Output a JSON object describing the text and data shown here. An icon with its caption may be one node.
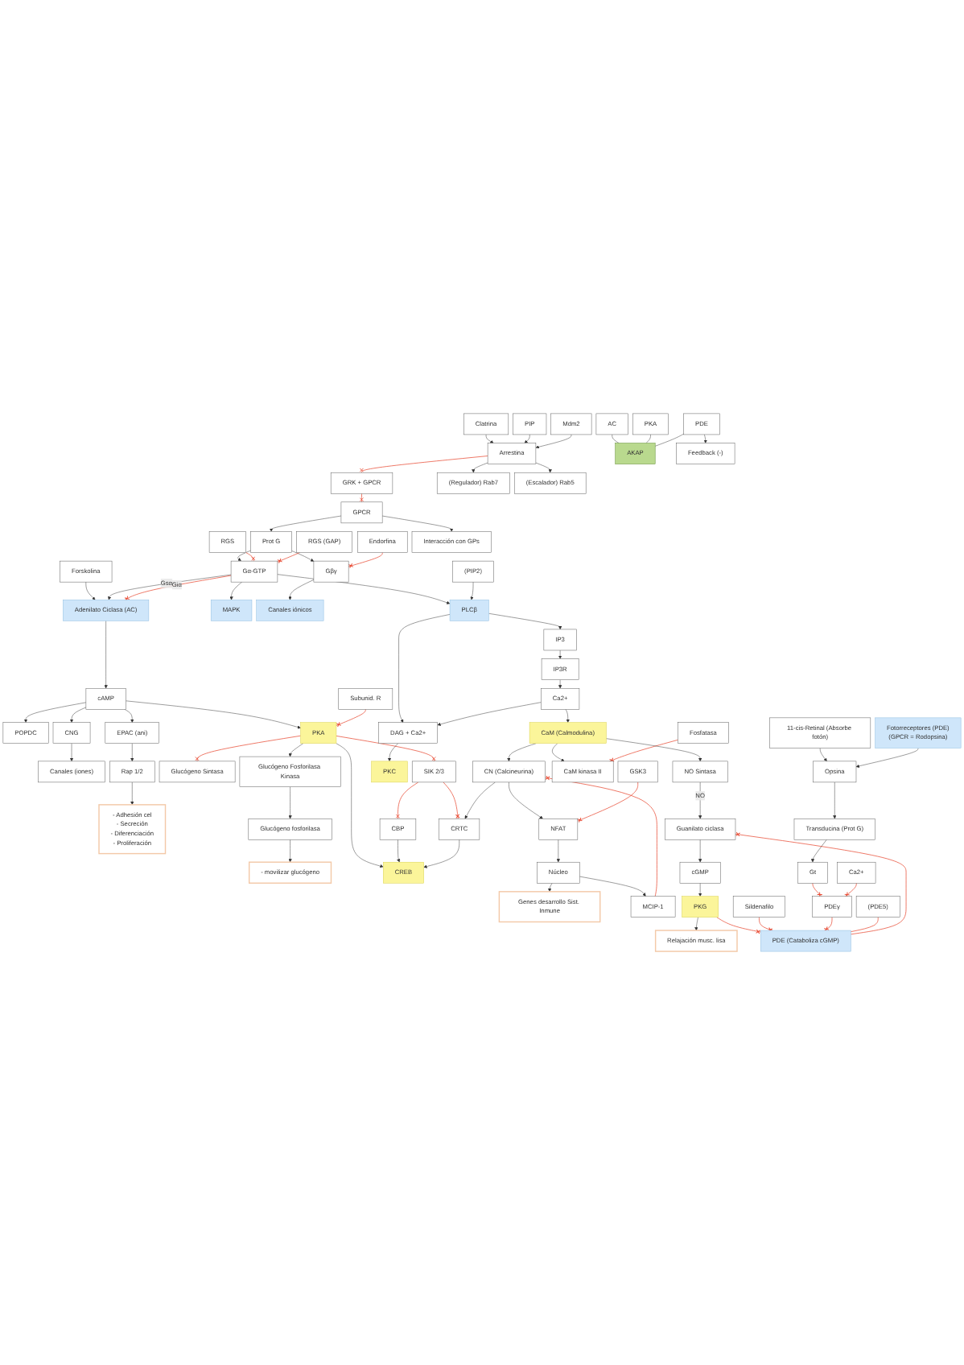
{
  "diagram": {
    "nodes": [
      {
        "text": [
          "Forskolina"
        ]
      },
      {
        "text": [
          "Adenilato Ciclasa (AC)"
        ]
      },
      {
        "text": [
          "cAMP"
        ]
      },
      {
        "text": [
          "POPDC"
        ]
      },
      {
        "text": [
          "CNG"
        ]
      },
      {
        "text": [
          "Canales (iones)"
        ]
      },
      {
        "text": [
          "EPAC (ani)"
        ]
      },
      {
        "text": [
          "Rap 1/2"
        ]
      },
      {
        "text": [
          "- Adhesión cel",
          "- Secreción",
          "- Diferenciación",
          "- Proliferación"
        ]
      },
      {
        "text": [
          "PKA"
        ]
      },
      {
        "text": [
          "Subunid. R"
        ]
      },
      {
        "text": [
          "Glucógeno Sintasa"
        ]
      },
      {
        "text": [
          "Glucógeno Fosforilasa Kinasa"
        ]
      },
      {
        "text": [
          "Glucógeno fosforilasa"
        ]
      },
      {
        "text": [
          "- movilizar glucógeno"
        ]
      },
      {
        "text": [
          "SIK 2/3"
        ]
      },
      {
        "text": [
          "CREB"
        ]
      },
      {
        "text": [
          "CBP"
        ]
      },
      {
        "text": [
          "CRTC"
        ]
      },
      {
        "text": [
          "MAPK"
        ]
      },
      {
        "text": [
          "Gα-GTP"
        ]
      },
      {
        "text": [
          "Prot G"
        ]
      },
      {
        "text": [
          "GPCR"
        ]
      },
      {
        "text": [
          "Gβγ"
        ]
      },
      {
        "text": [
          "Canales iónicos"
        ]
      },
      {
        "text": [
          "Endorfina"
        ]
      },
      {
        "text": [
          "GRK + GPCR"
        ]
      },
      {
        "text": [
          "Arrestina"
        ]
      },
      {
        "text": [
          "RGS"
        ]
      },
      {
        "text": [
          "RGS (GAP)"
        ]
      },
      {
        "text": [
          "Interacción con GPs"
        ]
      },
      {
        "text": [
          "(Regulador) Rab7"
        ]
      },
      {
        "text": [
          "(Escalador) Rab5"
        ]
      },
      {
        "text": [
          "Clatrina"
        ]
      },
      {
        "text": [
          "PIP"
        ]
      },
      {
        "text": [
          "Mdm2"
        ]
      },
      {
        "text": [
          "PLCβ"
        ]
      },
      {
        "text": [
          "(PIP2)"
        ]
      },
      {
        "text": [
          "DAG + Ca2+"
        ]
      },
      {
        "text": [
          "PKC"
        ]
      },
      {
        "text": [
          "IP3"
        ]
      },
      {
        "text": [
          "IP3R"
        ]
      },
      {
        "text": [
          "Ca2+"
        ]
      },
      {
        "text": [
          "CaM (Calmodulina)"
        ]
      },
      {
        "text": [
          "CN (Calcineurina)"
        ]
      },
      {
        "text": [
          "NFAT"
        ]
      },
      {
        "text": [
          "GSK3"
        ]
      },
      {
        "text": [
          "Núcleo"
        ]
      },
      {
        "text": [
          "Genes desarrollo Sist. Inmune"
        ]
      },
      {
        "text": [
          "MCIP-1"
        ]
      },
      {
        "text": [
          "CaM kinasa II"
        ]
      },
      {
        "text": [
          "Fosfatasa"
        ]
      },
      {
        "text": [
          "NO Sintasa"
        ]
      },
      {
        "text": [
          "Guanilato ciclasa"
        ]
      },
      {
        "text": [
          "cGMP"
        ]
      },
      {
        "text": [
          "PKG"
        ]
      },
      {
        "text": [
          "Relajación musc. lisa"
        ]
      },
      {
        "text": [
          "PDE (Cataboliza cGMP)"
        ]
      },
      {
        "text": [
          "Sildenafilo"
        ]
      },
      {
        "text": [
          "PDEγ"
        ]
      },
      {
        "text": [
          "Gt"
        ]
      },
      {
        "text": [
          "Transducina (Prot G)"
        ]
      },
      {
        "text": [
          "Opsina"
        ]
      },
      {
        "text": [
          "11-cis-Retinal (Absorbe fotón)"
        ]
      },
      {
        "text": [
          "Fotorreceptores (PDE)",
          "(GPCR = Rodopsina)"
        ]
      },
      {
        "text": [
          "Ca2+"
        ]
      },
      {
        "text": [
          "(PDE5)"
        ]
      },
      {
        "text": [
          "AKAP"
        ]
      },
      {
        "text": [
          "PKA"
        ]
      },
      {
        "text": [
          "AC"
        ]
      },
      {
        "text": [
          "PDE"
        ]
      },
      {
        "text": [
          "Feedback (-)"
        ]
      }
    ],
    "edges": [
      {
        "from": 0,
        "to": 1,
        "arrow": "to"
      },
      {
        "from": 20,
        "to": 1,
        "arrow": "to",
        "label": "Gsα"
      },
      {
        "from": 20,
        "to": 1,
        "arrow": "other",
        "label": "Giα",
        "color": "#e8472f"
      },
      {
        "from": 1,
        "to": 2,
        "arrow": "to"
      },
      {
        "from": 2,
        "to": 3,
        "arrow": "to"
      },
      {
        "from": 2,
        "to": 4,
        "arrow": "to"
      },
      {
        "from": 4,
        "to": 5,
        "arrow": "to"
      },
      {
        "from": 2,
        "to": 6,
        "arrow": "to"
      },
      {
        "from": 6,
        "to": 7,
        "arrow": "to"
      },
      {
        "from": 7,
        "to": 8,
        "arrow": "to"
      },
      {
        "from": 2,
        "to": 9,
        "arrow": "to"
      },
      {
        "from": 10,
        "to": 9,
        "arrow": "other",
        "color": "#e8472f"
      },
      {
        "from": 9,
        "to": 11,
        "arrow": "other",
        "color": "#e8472f"
      },
      {
        "from": 9,
        "to": 12,
        "arrow": "to"
      },
      {
        "from": 12,
        "to": 13,
        "arrow": "to"
      },
      {
        "from": 13,
        "to": 14,
        "arrow": "to"
      },
      {
        "from": 9,
        "to": 15,
        "arrow": "other",
        "color": "#e8472f"
      },
      {
        "from": 9,
        "to": 16,
        "arrow": "to"
      },
      {
        "from": 15,
        "to": 18,
        "arrow": "other",
        "color": "#e8472f"
      },
      {
        "from": 15,
        "to": 17,
        "arrow": "other",
        "color": "#e8472f"
      },
      {
        "from": 17,
        "to": 16,
        "arrow": "to"
      },
      {
        "from": 18,
        "to": 16,
        "arrow": "to"
      },
      {
        "from": 44,
        "to": 18,
        "arrow": "to"
      },
      {
        "from": 22,
        "to": 21,
        "arrow": "to"
      },
      {
        "from": 21,
        "to": 20,
        "arrow": "to"
      },
      {
        "from": 21,
        "to": 23,
        "arrow": "to"
      },
      {
        "from": 23,
        "to": 24,
        "arrow": "to"
      },
      {
        "from": 25,
        "to": 23,
        "arrow": "other",
        "color": "#e8472f"
      },
      {
        "from": 20,
        "to": 19,
        "arrow": "to"
      },
      {
        "from": 28,
        "to": 20,
        "arrow": "other",
        "color": "#e8472f"
      },
      {
        "from": 29,
        "to": 20,
        "arrow": "other",
        "color": "#e8472f"
      },
      {
        "from": 26,
        "to": 22,
        "arrow": "other",
        "color": "#e8472f"
      },
      {
        "from": 22,
        "to": 30,
        "arrow": "to"
      },
      {
        "from": 27,
        "to": 26,
        "arrow": "other",
        "color": "#e8472f"
      },
      {
        "from": 27,
        "to": 31,
        "arrow": "to"
      },
      {
        "from": 27,
        "to": 32,
        "arrow": "to"
      },
      {
        "from": 33,
        "to": 27,
        "arrow": "to"
      },
      {
        "from": 34,
        "to": 27,
        "arrow": "to"
      },
      {
        "from": 35,
        "to": 27,
        "arrow": "to"
      },
      {
        "from": 20,
        "to": 36,
        "arrow": "to"
      },
      {
        "from": 37,
        "to": 36,
        "arrow": "to"
      },
      {
        "from": 36,
        "to": 38,
        "arrow": "to"
      },
      {
        "from": 36,
        "to": 40,
        "arrow": "to"
      },
      {
        "from": 38,
        "to": 39,
        "arrow": "to"
      },
      {
        "from": 40,
        "to": 41,
        "arrow": "to"
      },
      {
        "from": 41,
        "to": 42,
        "arrow": "to"
      },
      {
        "from": 42,
        "to": 43,
        "arrow": "to"
      },
      {
        "from": 42,
        "to": 38,
        "arrow": "to"
      },
      {
        "from": 43,
        "to": 44,
        "arrow": "to"
      },
      {
        "from": 44,
        "to": 45,
        "arrow": "to"
      },
      {
        "from": 46,
        "to": 45,
        "arrow": "other",
        "color": "#e8472f"
      },
      {
        "from": 45,
        "to": 47,
        "arrow": "to"
      },
      {
        "from": 47,
        "to": 48,
        "arrow": "to"
      },
      {
        "from": 47,
        "to": 49,
        "arrow": "to"
      },
      {
        "from": 49,
        "to": 44,
        "arrow": "other",
        "color": "#e8472f"
      },
      {
        "from": 43,
        "to": 50,
        "arrow": "to"
      },
      {
        "from": 51,
        "to": 50,
        "arrow": "other",
        "color": "#e8472f"
      },
      {
        "from": 43,
        "to": 52,
        "arrow": "to"
      },
      {
        "from": 52,
        "to": 53,
        "arrow": "to",
        "label": "NO"
      },
      {
        "from": 53,
        "to": 54,
        "arrow": "to"
      },
      {
        "from": 54,
        "to": 55,
        "arrow": "to"
      },
      {
        "from": 55,
        "to": 56,
        "arrow": "to"
      },
      {
        "from": 57,
        "to": 53,
        "arrow": "other",
        "color": "#e8472f"
      },
      {
        "from": 55,
        "to": 57,
        "arrow": "other",
        "color": "#e8472f"
      },
      {
        "from": 58,
        "to": 57,
        "arrow": "other",
        "color": "#e8472f"
      },
      {
        "from": 59,
        "to": 57,
        "arrow": "other",
        "color": "#e8472f"
      },
      {
        "from": 60,
        "to": 59,
        "arrow": "other",
        "color": "#e8472f"
      },
      {
        "from": 65,
        "to": 59,
        "arrow": "other",
        "color": "#e8472f"
      },
      {
        "from": 61,
        "to": 60,
        "arrow": "to"
      },
      {
        "from": 62,
        "to": 61,
        "arrow": "to"
      },
      {
        "from": 63,
        "to": 62,
        "arrow": "to"
      },
      {
        "from": 64,
        "to": 62,
        "arrow": "to"
      },
      {
        "from": 66,
        "to": 57,
        "arrow": "none",
        "color": "#e8472f"
      },
      {
        "from": 69,
        "to": 67,
        "arrow": "none"
      },
      {
        "from": 68,
        "to": 67,
        "arrow": "none"
      },
      {
        "from": 70,
        "to": 67,
        "arrow": "none"
      },
      {
        "from": 70,
        "to": 71,
        "arrow": "to"
      }
    ]
  }
}
